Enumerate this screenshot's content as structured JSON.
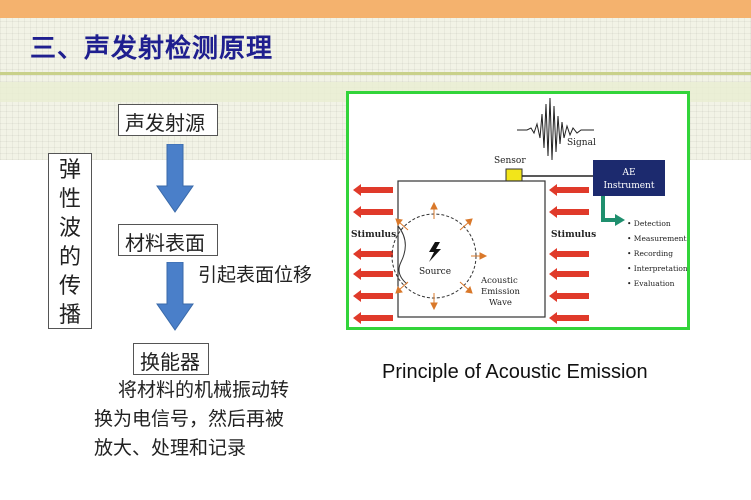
{
  "title": "三、声发射检测原理",
  "left_diagram": {
    "source_label": "声发射源",
    "vertical_label": "弹\n性\n波\n的\n传\n播",
    "vertical_chars": [
      "弹",
      "性",
      "波",
      "的",
      "传",
      "播"
    ],
    "surface_label": "材料表面",
    "surface_displacement": "引起表面位移",
    "sensor_label": "换能器",
    "description_lines": [
      "将材料的机械振动转",
      "换为电信号，然后再被",
      "放大、处理和记录"
    ]
  },
  "right_diagram": {
    "signal_label": "Signal",
    "sensor_label": "Sensor",
    "instrument_label_1": "AE",
    "instrument_label_2": "Instrument",
    "stimulus_left": "Stimulus",
    "stimulus_right": "Stimulus",
    "source_label": "Source",
    "wave_label_1": "Acoustic",
    "wave_label_2": "Emission",
    "wave_label_3": "Wave",
    "outputs": [
      "• Detection",
      "• Measurement",
      "• Recording",
      "• Interpretation",
      "• Evaluation"
    ],
    "caption": "Principle of Acoustic Emission"
  },
  "colors": {
    "title": "#1f1f8f",
    "frame": "#32d43a",
    "stimulus_arrow": "#e03a2a",
    "instrument": "#1c2a6e",
    "sensor": "#f2e51a",
    "output_arrow": "#1f8f6e",
    "flow_arrow": "#4a7fc9"
  }
}
